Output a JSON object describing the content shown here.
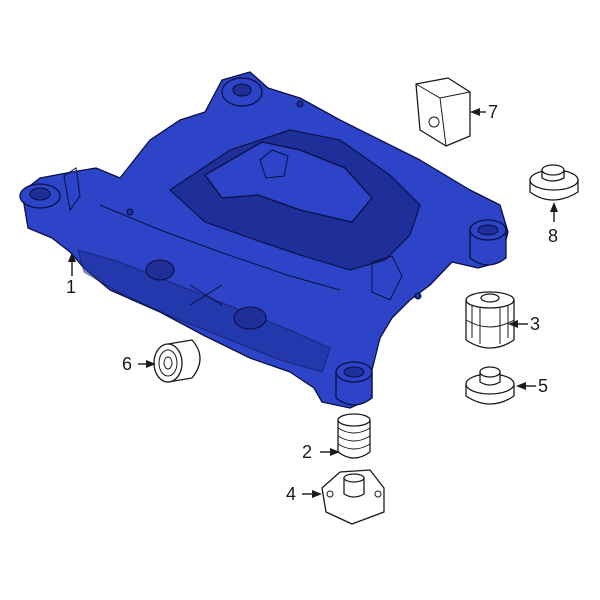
{
  "colors": {
    "frame": "#2d44c8",
    "frame_shade": "#1e2f9a",
    "outline": "#0a1040"
  },
  "callouts": {
    "c1": "1",
    "c2": "2",
    "c3": "3",
    "c4": "4",
    "c5": "5",
    "c6": "6",
    "c7": "7",
    "c8": "8"
  }
}
